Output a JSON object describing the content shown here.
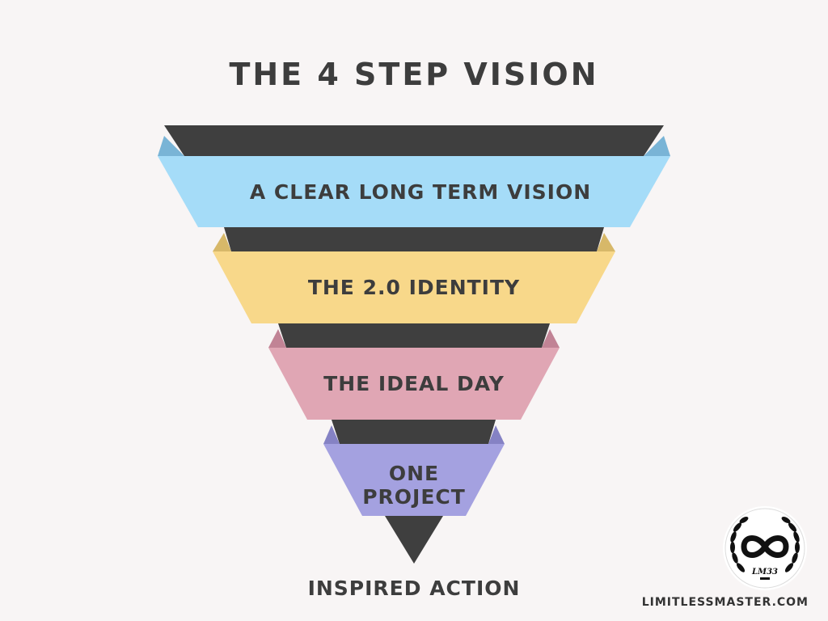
{
  "title": "THE 4 STEP VISION",
  "steps": [
    {
      "label_lines": [
        "A CLEAR LONG TERM VISION"
      ],
      "color": "#a5dcf8",
      "fold_color": "#79b4d6"
    },
    {
      "label_lines": [
        "THE 2.0 IDENTITY"
      ],
      "color": "#f8d88a",
      "fold_color": "#d7b869"
    },
    {
      "label_lines": [
        "THE IDEAL DAY"
      ],
      "color": "#e0a6b4",
      "fold_color": "#c18395"
    },
    {
      "label_lines": [
        "ONE",
        "PROJECT"
      ],
      "color": "#a4a1e0",
      "fold_color": "#8582c4"
    }
  ],
  "shade_color": "#3f3f3f",
  "bottom_label": "INSPIRED ACTION",
  "logo": {
    "icon": "infinity-laurel-icon",
    "text": "LM33"
  },
  "site": "LIMITLESSMASTER.COM"
}
